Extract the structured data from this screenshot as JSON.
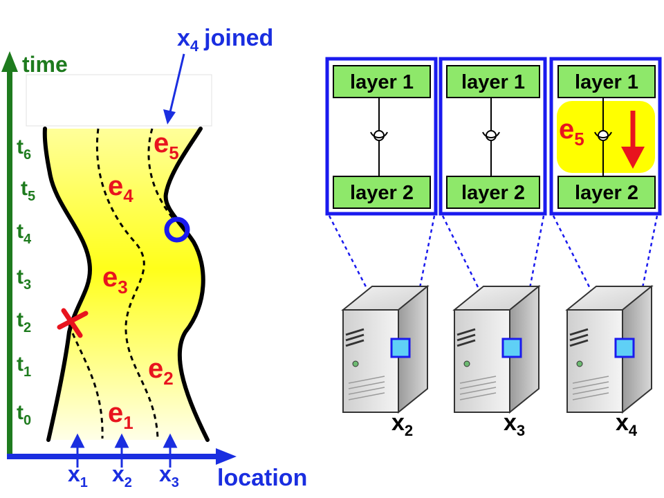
{
  "annotation": {
    "subject": "x",
    "sub": "4",
    "text": "joined"
  },
  "axes": {
    "y_label": "time",
    "x_label": "location"
  },
  "time_ticks": [
    {
      "main": "t",
      "sub": "6"
    },
    {
      "main": "t",
      "sub": "5"
    },
    {
      "main": "t",
      "sub": "4"
    },
    {
      "main": "t",
      "sub": "3"
    },
    {
      "main": "t",
      "sub": "2"
    },
    {
      "main": "t",
      "sub": "1"
    },
    {
      "main": "t",
      "sub": "0"
    }
  ],
  "locations": [
    {
      "main": "x",
      "sub": "1"
    },
    {
      "main": "x",
      "sub": "2"
    },
    {
      "main": "x",
      "sub": "3"
    }
  ],
  "epochs": [
    {
      "main": "e",
      "sub": "5"
    },
    {
      "main": "e",
      "sub": "4"
    },
    {
      "main": "e",
      "sub": "3"
    },
    {
      "main": "e",
      "sub": "2"
    },
    {
      "main": "e",
      "sub": "1"
    }
  ],
  "nodes": [
    {
      "top_layer": "layer 1",
      "bottom_layer": "layer 2",
      "server": {
        "main": "x",
        "sub": "2"
      },
      "highlight": null
    },
    {
      "top_layer": "layer 1",
      "bottom_layer": "layer 2",
      "server": {
        "main": "x",
        "sub": "3"
      },
      "highlight": null
    },
    {
      "top_layer": "layer 1",
      "bottom_layer": "layer 2",
      "server": {
        "main": "x",
        "sub": "4"
      },
      "highlight": {
        "main": "e",
        "sub": "5"
      }
    }
  ],
  "colors": {
    "axis": "#1e7b1e",
    "location_axis": "#1a2ee0",
    "epoch_text": "#e8141e",
    "layer_box": "#8ee86a",
    "node_frame": "#1a1aee",
    "band_yellow": "#ffff1a",
    "highlight": "#ffff00"
  }
}
